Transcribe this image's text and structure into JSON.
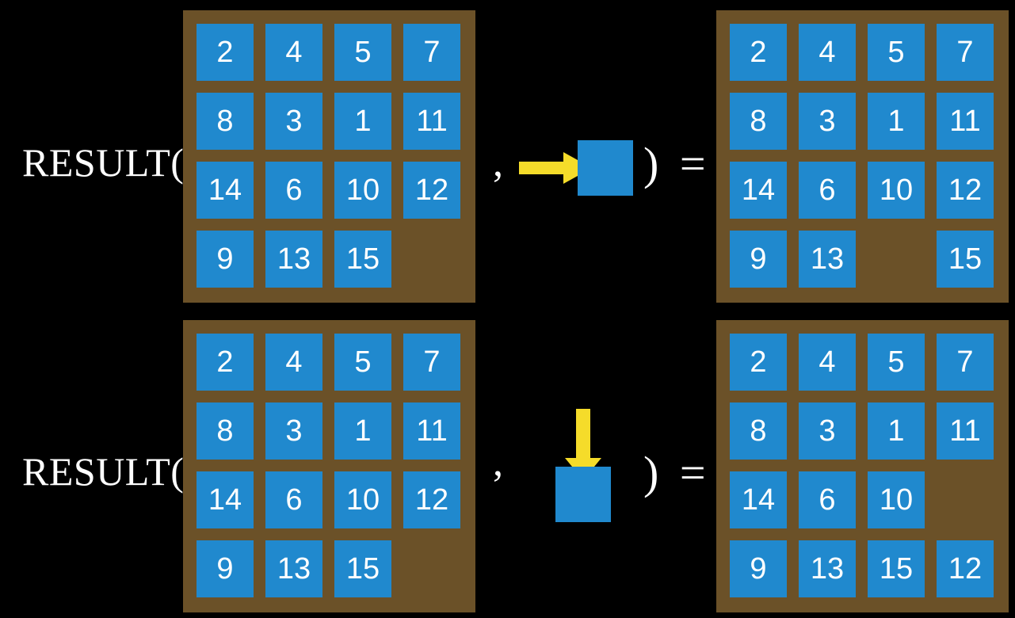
{
  "figure": {
    "background_color": "#000000",
    "tile_color": "#2089ce",
    "board_color": "#6b5128",
    "arrow_color": "#f5dc2a",
    "text_color": "#ffffff"
  },
  "rows": [
    {
      "label": "Result(",
      "separator": ",",
      "closing": ") =",
      "action": {
        "icon": "arrow-right-icon",
        "direction": "right",
        "tile_label": ""
      },
      "input_board": {
        "columns": 4,
        "rows": 4,
        "cells": [
          [
            "2",
            "4",
            "5",
            "7"
          ],
          [
            "8",
            "3",
            "1",
            "11"
          ],
          [
            "14",
            "6",
            "10",
            "12"
          ],
          [
            "9",
            "13",
            "15",
            ""
          ]
        ]
      },
      "output_board": {
        "columns": 4,
        "rows": 4,
        "cells": [
          [
            "2",
            "4",
            "5",
            "7"
          ],
          [
            "8",
            "3",
            "1",
            "11"
          ],
          [
            "14",
            "6",
            "10",
            "12"
          ],
          [
            "9",
            "13",
            "",
            "15"
          ]
        ]
      }
    },
    {
      "label": "Result(",
      "separator": ",",
      "closing": ") =",
      "action": {
        "icon": "arrow-down-icon",
        "direction": "down",
        "tile_label": ""
      },
      "input_board": {
        "columns": 4,
        "rows": 4,
        "cells": [
          [
            "2",
            "4",
            "5",
            "7"
          ],
          [
            "8",
            "3",
            "1",
            "11"
          ],
          [
            "14",
            "6",
            "10",
            "12"
          ],
          [
            "9",
            "13",
            "15",
            ""
          ]
        ]
      },
      "output_board": {
        "columns": 4,
        "rows": 4,
        "cells": [
          [
            "2",
            "4",
            "5",
            "7"
          ],
          [
            "8",
            "3",
            "1",
            "11"
          ],
          [
            "14",
            "6",
            "10",
            ""
          ],
          [
            "9",
            "13",
            "15",
            "12"
          ]
        ]
      }
    }
  ]
}
